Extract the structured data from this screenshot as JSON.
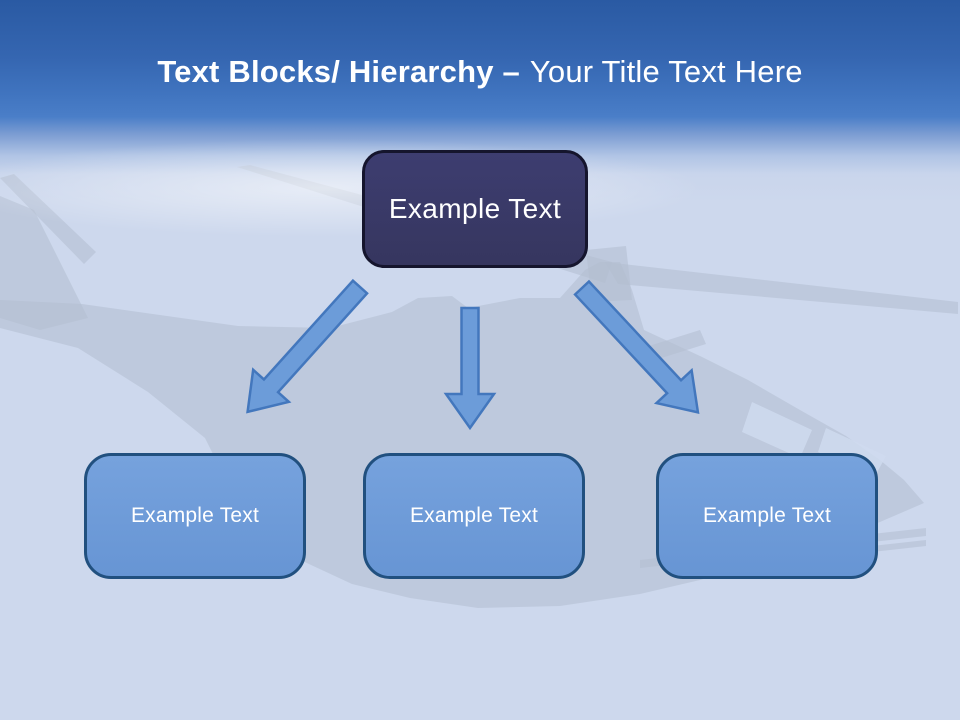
{
  "slide": {
    "title": {
      "bold_text": "Text Blocks/ Hierarchy –",
      "regular_text": "Your Title Text Here"
    },
    "hierarchy": {
      "root": {
        "label": "Example Text"
      },
      "children": [
        {
          "label": "Example Text"
        },
        {
          "label": "Example Text"
        },
        {
          "label": "Example Text"
        }
      ]
    },
    "background": {
      "image_name": "helicopter-silhouette",
      "header_style": "blue-sky-gradient"
    },
    "colors": {
      "header_blue_top": "#2a5aa3",
      "header_blue_bottom": "#4a7ec8",
      "body_background": "#cdd8ed",
      "root_box_fill": "#3a3a6b",
      "root_box_border": "#15152d",
      "child_box_fill": "#6f9cda",
      "child_box_border": "#21507f",
      "arrow_fill": "#6c9cd9",
      "arrow_stroke": "#4377bd",
      "title_text": "#ffffff",
      "silhouette_gray": "#b2bdcf"
    }
  }
}
